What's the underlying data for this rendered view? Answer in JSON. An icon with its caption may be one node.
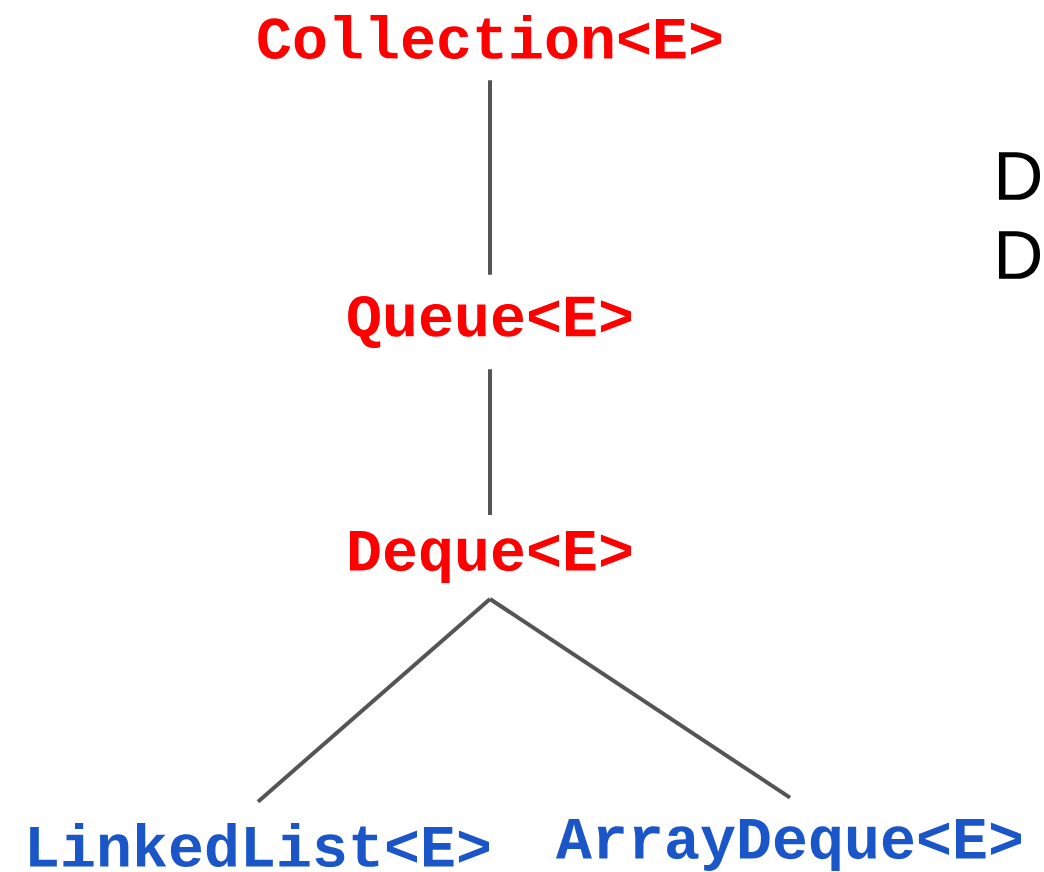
{
  "diagram": {
    "nodes": [
      {
        "text": [
          "Collection<E>"
        ]
      },
      {
        "text": [
          "Queue<E>"
        ]
      },
      {
        "text": [
          "Deque<E>"
        ]
      },
      {
        "text": [
          "LinkedList<E>"
        ]
      },
      {
        "text": [
          "ArrayDeque<E>"
        ]
      }
    ],
    "edges": [
      {
        "from": 0,
        "to": 1,
        "arrow": "none"
      },
      {
        "from": 1,
        "to": 2,
        "arrow": "none"
      },
      {
        "from": 2,
        "to": 3,
        "arrow": "none"
      },
      {
        "from": 2,
        "to": 4,
        "arrow": "none"
      }
    ],
    "labels": [
      "D",
      "D"
    ]
  }
}
